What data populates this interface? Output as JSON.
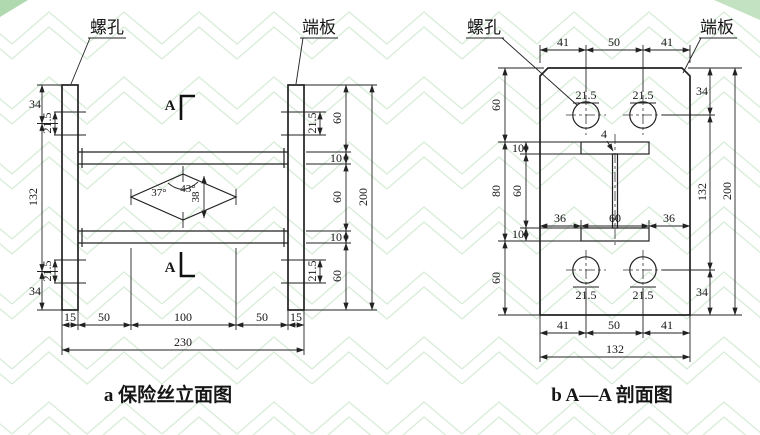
{
  "elevation": {
    "title": "a 保险丝立面图",
    "bolt_hole_label": "螺孔",
    "end_plate_label": "端板",
    "section_letter": "A",
    "left_chain": [
      "34",
      "132",
      "34"
    ],
    "hole_dia": [
      "21.5",
      "21.5"
    ],
    "right_hole_dia": [
      "21.5",
      "21.5"
    ],
    "right_chain": [
      "60",
      "10",
      "60",
      "10",
      "60"
    ],
    "height_total": "200",
    "bottom_chain": [
      "15",
      "50",
      "100",
      "50",
      "15"
    ],
    "width_total": "230",
    "fuse_angle_left": "37°",
    "fuse_angle_right": "43°",
    "fuse_height": "38"
  },
  "section": {
    "title": "b A—A 剖面图",
    "bolt_hole_label": "螺孔",
    "end_plate_label": "端板",
    "web_thickness": "4",
    "top_chain": [
      "41",
      "50",
      "41"
    ],
    "hole_dia": [
      "21.5",
      "21.5",
      "21.5",
      "21.5"
    ],
    "left_outer": [
      "60",
      "80",
      "60"
    ],
    "left_inner": [
      "10",
      "60",
      "10"
    ],
    "flange_chain": [
      "36",
      "60",
      "36"
    ],
    "right_inner": [
      "34",
      "132",
      "34"
    ],
    "height_total": "200",
    "bottom_chain": [
      "41",
      "50",
      "41"
    ],
    "width_total": "132"
  },
  "style": {
    "line_color": "#222222",
    "watermark_color": "#b9dcb9",
    "background": "#ffffff"
  }
}
